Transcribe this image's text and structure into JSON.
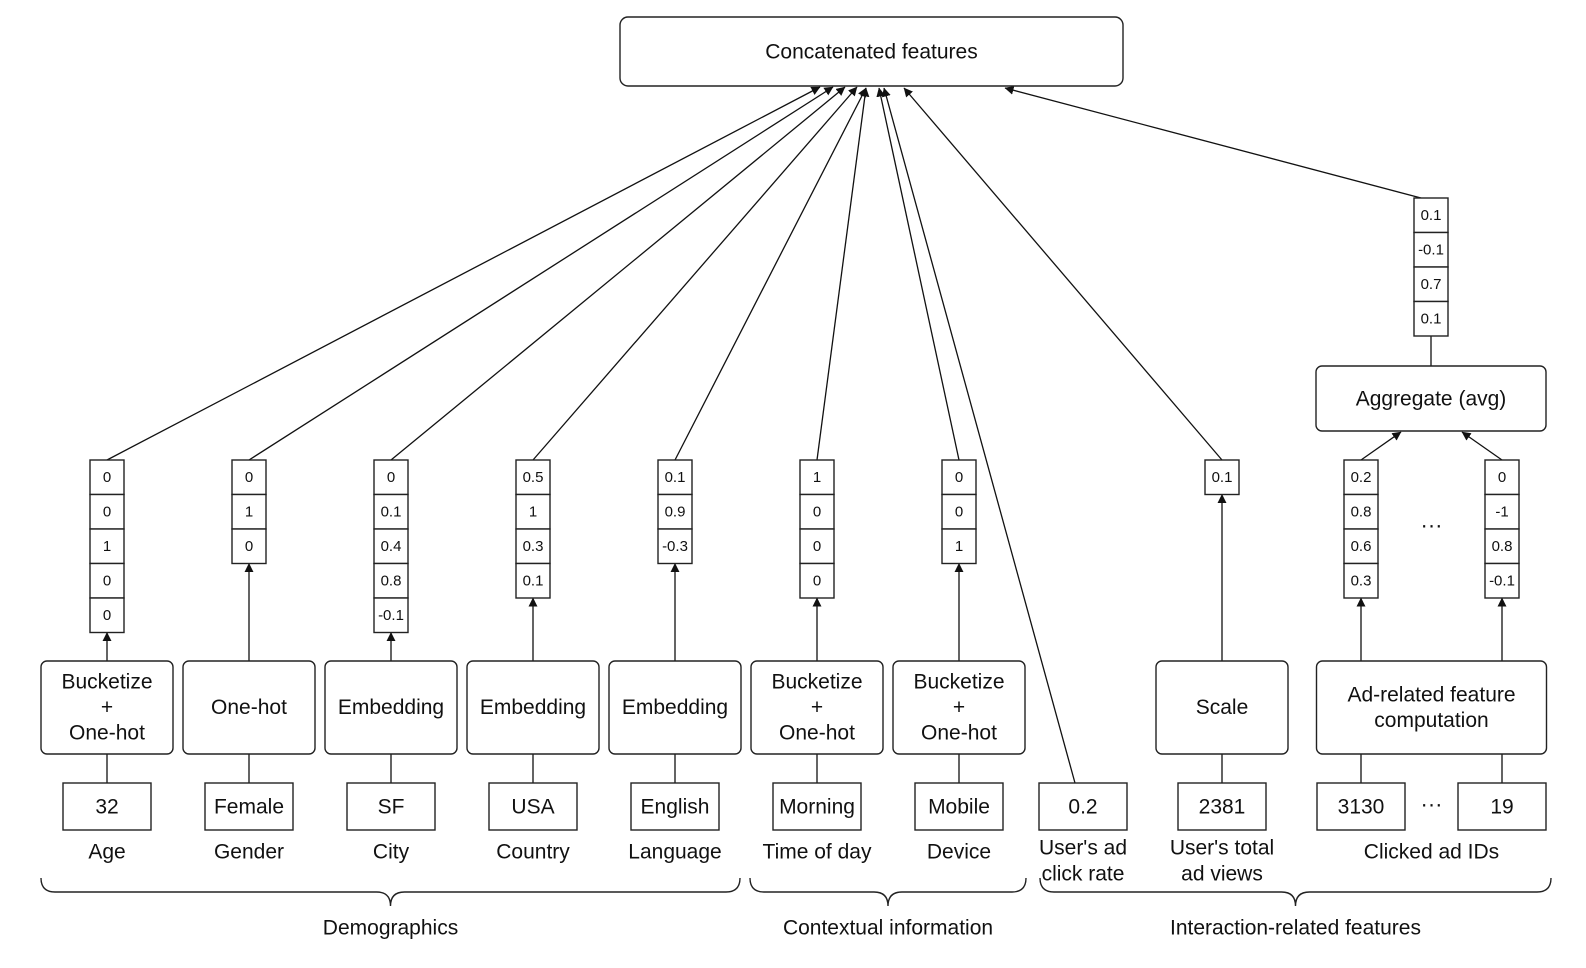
{
  "top": {
    "label": "Concatenated features"
  },
  "aggregate": {
    "label": "Aggregate (avg)",
    "output": [
      "0.1",
      "-0.1",
      "0.7",
      "0.1"
    ]
  },
  "columns": [
    {
      "id": "age",
      "input": "32",
      "caption": [
        "Age"
      ],
      "op": [
        "Bucketize",
        "+",
        "One-hot"
      ],
      "vector": [
        "0",
        "0",
        "1",
        "0",
        "0"
      ]
    },
    {
      "id": "gender",
      "input": "Female",
      "caption": [
        "Gender"
      ],
      "op": [
        "One-hot"
      ],
      "vector": [
        "0",
        "1",
        "0"
      ]
    },
    {
      "id": "city",
      "input": "SF",
      "caption": [
        "City"
      ],
      "op": [
        "Embedding"
      ],
      "vector": [
        "0",
        "0.1",
        "0.4",
        "0.8",
        "-0.1"
      ]
    },
    {
      "id": "country",
      "input": "USA",
      "caption": [
        "Country"
      ],
      "op": [
        "Embedding"
      ],
      "vector": [
        "0.5",
        "1",
        "0.3",
        "0.1"
      ]
    },
    {
      "id": "language",
      "input": "English",
      "caption": [
        "Language"
      ],
      "op": [
        "Embedding"
      ],
      "vector": [
        "0.1",
        "0.9",
        "-0.3"
      ]
    },
    {
      "id": "time",
      "input": "Morning",
      "caption": [
        "Time of day"
      ],
      "op": [
        "Bucketize",
        "+",
        "One-hot"
      ],
      "vector": [
        "1",
        "0",
        "0",
        "0"
      ]
    },
    {
      "id": "device",
      "input": "Mobile",
      "caption": [
        "Device"
      ],
      "op": [
        "Bucketize",
        "+",
        "One-hot"
      ],
      "vector": [
        "0",
        "0",
        "1"
      ]
    },
    {
      "id": "clickrate",
      "input": "0.2",
      "caption": [
        "User's ad",
        "click rate"
      ]
    },
    {
      "id": "views",
      "input": "2381",
      "caption": [
        "User's total",
        "ad views"
      ],
      "op": [
        "Scale"
      ],
      "vector": [
        "0.1"
      ]
    }
  ],
  "clicked_ads": {
    "inputs": [
      "3130",
      "19"
    ],
    "ellipsis": "···",
    "caption": "Clicked ad IDs",
    "op": [
      "Ad-related feature",
      "computation"
    ],
    "vectors": [
      [
        "0.2",
        "0.8",
        "0.6",
        "0.3"
      ],
      [
        "0",
        "-1",
        "0.8",
        "-0.1"
      ]
    ]
  },
  "groups": [
    "Demographics",
    "Contextual information",
    "Interaction-related features"
  ]
}
